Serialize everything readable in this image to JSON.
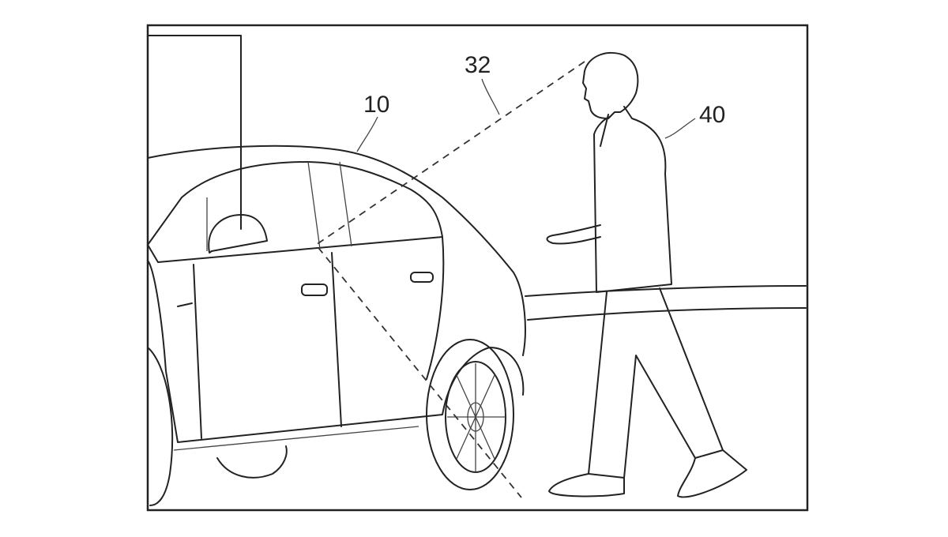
{
  "figure": {
    "reference_labels": {
      "vehicle": "10",
      "sensing_beam": "32",
      "user": "40"
    }
  }
}
